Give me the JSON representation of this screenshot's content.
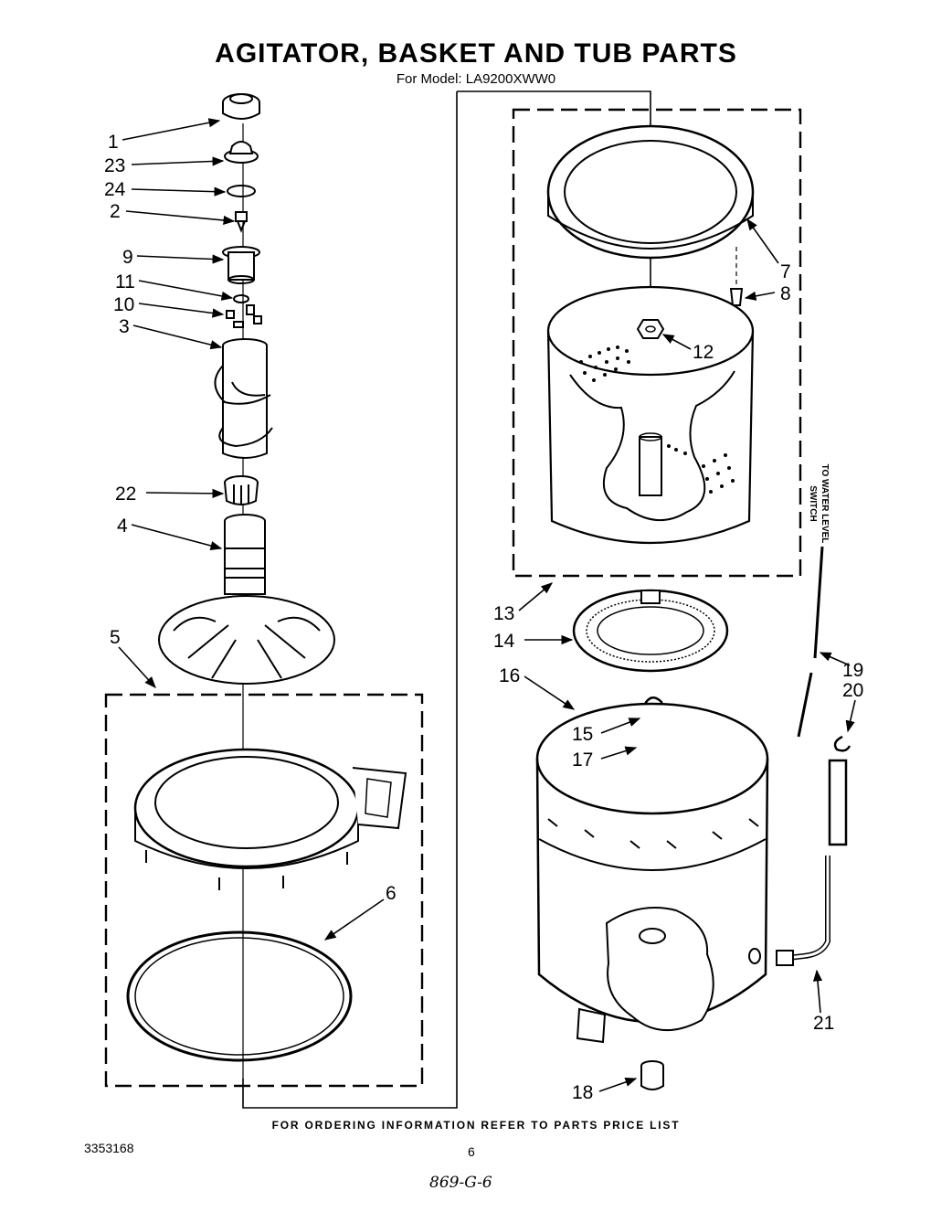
{
  "header": {
    "title": "AGITATOR, BASKET AND TUB PARTS",
    "subtitle": "For Model: LA9200XWW0"
  },
  "side_label": {
    "line1": "TO WATER LEVEL",
    "line2": "SWITCH"
  },
  "callouts": {
    "c1": "1",
    "c23": "23",
    "c24": "24",
    "c2": "2",
    "c9": "9",
    "c11": "11",
    "c10": "10",
    "c3": "3",
    "c22": "22",
    "c4": "4",
    "c5": "5",
    "c6": "6",
    "c7": "7",
    "c8": "8",
    "c12": "12",
    "c13": "13",
    "c14": "14",
    "c16": "16",
    "c15": "15",
    "c17": "17",
    "c18": "18",
    "c19": "19",
    "c20": "20",
    "c21": "21"
  },
  "footer": {
    "note": "FOR ORDERING INFORMATION REFER TO PARTS PRICE LIST",
    "doc_number": "3353168",
    "page_number": "6",
    "handwritten": "869-G-6"
  }
}
